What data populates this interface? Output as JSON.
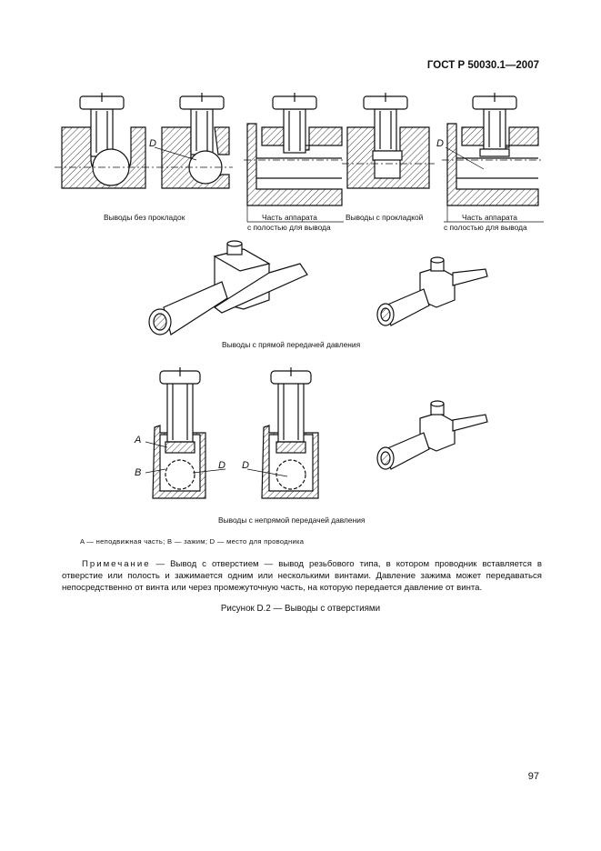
{
  "header": {
    "standard": "ГОСТ Р 50030.1—2007"
  },
  "figure": {
    "label_D": "D",
    "label_A": "A",
    "label_B": "B",
    "captions": {
      "without_washers": "Выводы без прокладок",
      "apparatus_part_1": "Часть аппарата",
      "apparatus_part_1_sub": "с полостью для вывода",
      "with_washer": "Выводы с прокладкой",
      "apparatus_part_2": "Часть аппарата",
      "apparatus_part_2_sub": "с полостью для вывода",
      "direct_pressure": "Выводы с прямой передачей давления",
      "indirect_pressure": "Выводы с непрямой передачей давления"
    }
  },
  "legend": "A — неподвижная часть; B — зажим; D — место для проводника",
  "note": {
    "lead": "Примечание",
    "text": " — Вывод с отверстием — вывод резьбового типа, в котором проводник вставляется в отверстие или полость и зажимается одним или несколькими винтами. Давление зажима может передаваться непосредственно от винта или через промежуточную часть, на которую передается давление от винта."
  },
  "figure_caption": "Рисунок D.2 — Выводы с отверстиями",
  "page_number": "97"
}
